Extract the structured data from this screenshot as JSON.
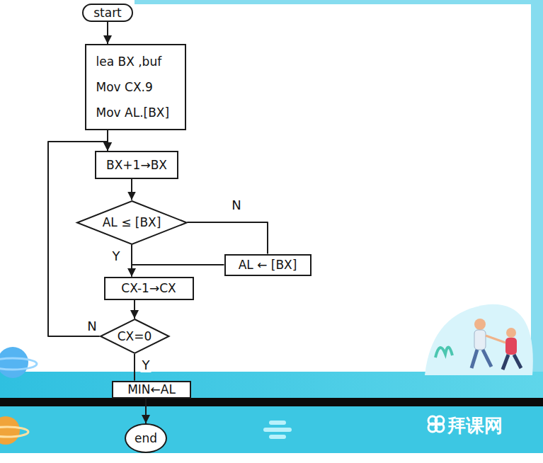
{
  "diagram": {
    "nodes": [
      {
        "text": [
          "start"
        ]
      },
      {
        "text": [
          "lea BX ,buf",
          "Mov CX.9",
          "Mov AL.[BX]"
        ]
      },
      {
        "text": [
          "BX+1→BX"
        ]
      },
      {
        "text": [
          "AL ≤ [BX]"
        ]
      },
      {
        "text": [
          "AL ← [BX]"
        ]
      },
      {
        "text": [
          "CX-1→CX"
        ]
      },
      {
        "text": [
          "CX=0"
        ]
      },
      {
        "text": [
          "MIN←AL"
        ]
      },
      {
        "text": [
          "end"
        ]
      }
    ],
    "edges": [
      {
        "from": 0,
        "to": 1,
        "arrow": "to"
      },
      {
        "from": 1,
        "to": 2,
        "arrow": "to"
      },
      {
        "from": 2,
        "to": 3,
        "arrow": "to"
      },
      {
        "from": 3,
        "to": 5,
        "label": "Y",
        "arrow": "to"
      },
      {
        "from": 3,
        "to": 4,
        "label": "N",
        "arrow": "none"
      },
      {
        "from": 4,
        "to": 5,
        "arrow": "to"
      },
      {
        "from": 5,
        "to": 6,
        "arrow": "to"
      },
      {
        "from": 6,
        "to": 2,
        "label": "N",
        "arrow": "to"
      },
      {
        "from": 6,
        "to": 7,
        "label": "Y",
        "arrow": "none"
      },
      {
        "from": 7,
        "to": 8,
        "arrow": "to"
      }
    ],
    "labels": [
      "拜课网"
    ]
  }
}
